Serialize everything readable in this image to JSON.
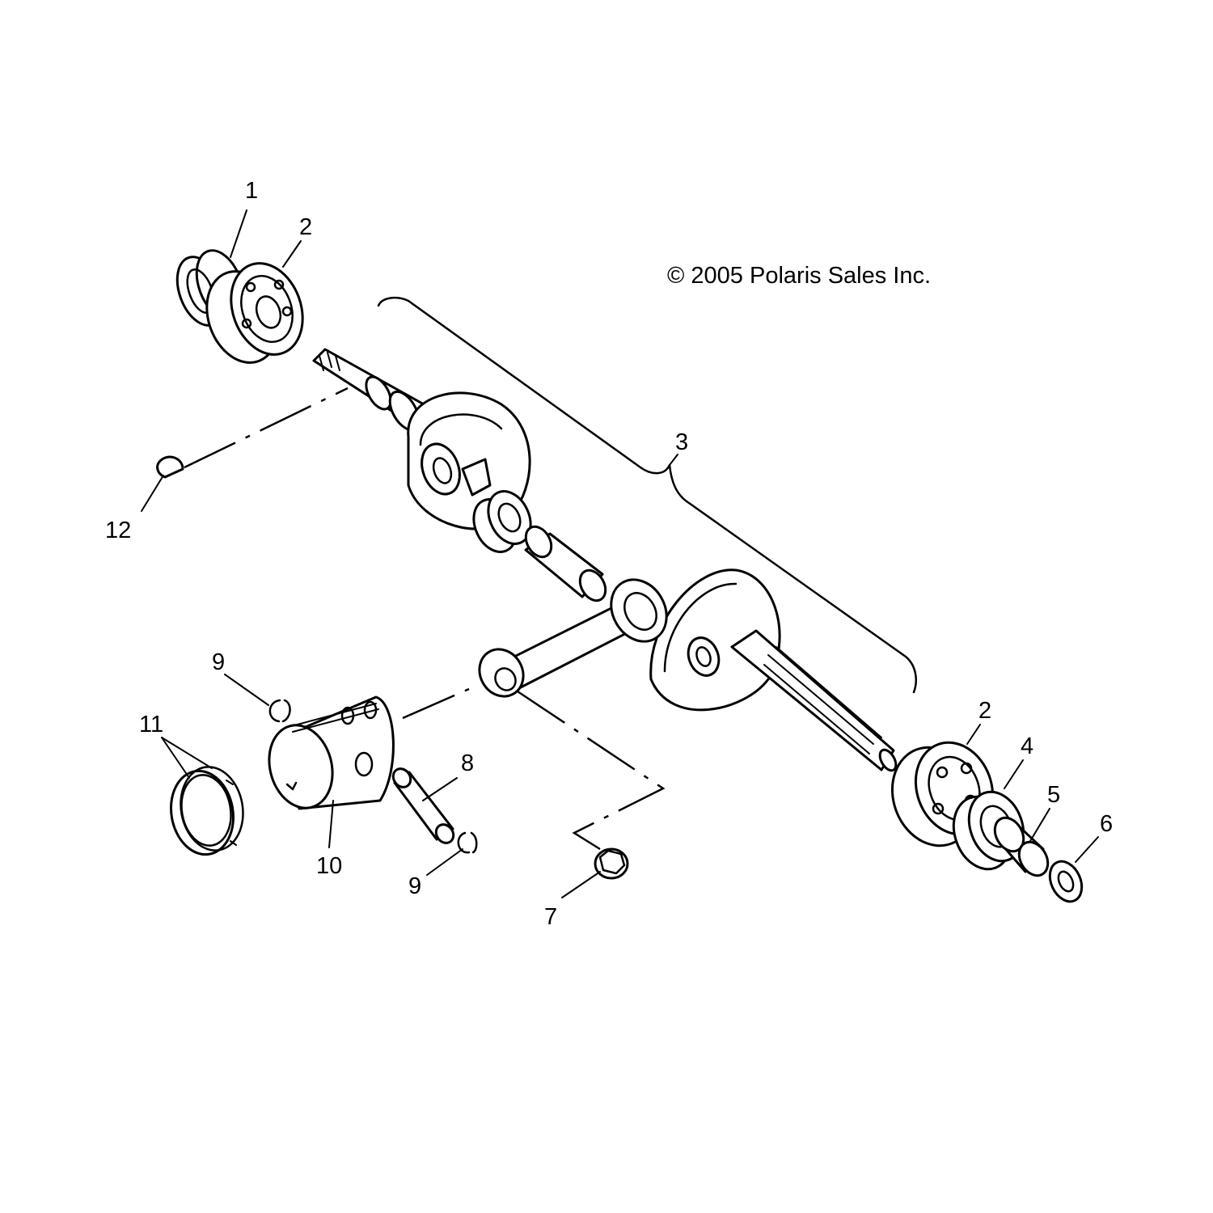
{
  "copyright": "© 2005 Polaris Sales Inc.",
  "callouts": {
    "c1": "1",
    "c2a": "2",
    "c2b": "2",
    "c3": "3",
    "c4": "4",
    "c5": "5",
    "c6": "6",
    "c7": "7",
    "c8": "8",
    "c9a": "9",
    "c9b": "9",
    "c10": "10",
    "c11": "11",
    "c12": "12"
  }
}
